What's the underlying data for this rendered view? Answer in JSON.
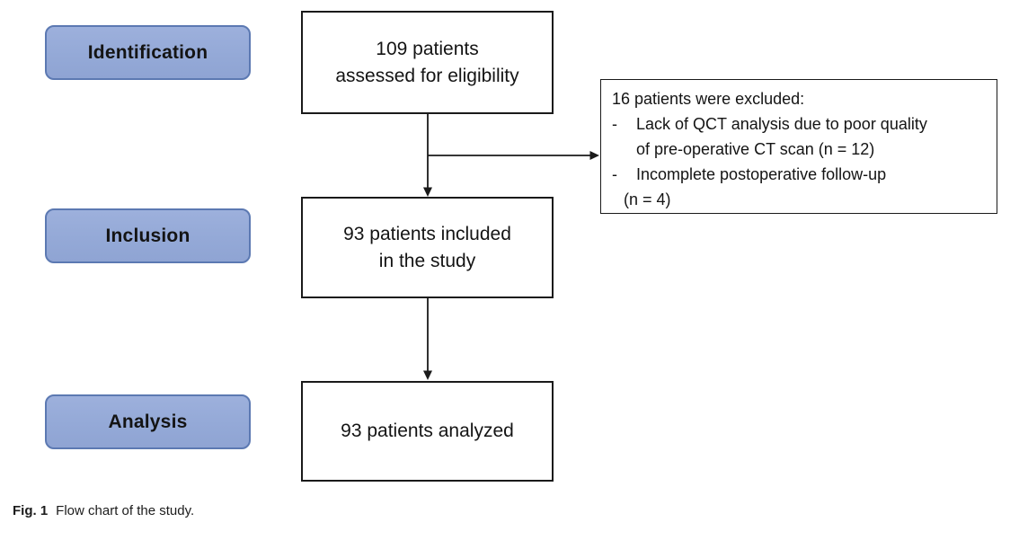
{
  "figure": {
    "caption": {
      "label": "Fig. 1",
      "text": "Flow chart of the study."
    },
    "stages": [
      {
        "label": "Identification"
      },
      {
        "label": "Inclusion"
      },
      {
        "label": "Analysis"
      }
    ],
    "flow_boxes": [
      {
        "lines": [
          "109 patients",
          "assessed for eligibility"
        ]
      },
      {
        "lines": [
          "93 patients included",
          "in the study"
        ]
      },
      {
        "lines": [
          "93 patients analyzed"
        ]
      }
    ],
    "exclusion_box": {
      "intro": "16 patients were excluded:",
      "bullet_char": "-",
      "bullets": [
        {
          "line1": "Lack of QCT analysis due to poor quality",
          "line2": "of pre-operative CT scan (n = 12)"
        },
        {
          "line1": "Incomplete postoperative follow-up",
          "line2": "(n = 4)"
        }
      ]
    },
    "colors": {
      "stage_fill": "#96aad8",
      "stage_border": "#5c79b2",
      "box_border": "#1a1a1a",
      "arrow": "#1a1a1a",
      "background": "#ffffff"
    }
  }
}
